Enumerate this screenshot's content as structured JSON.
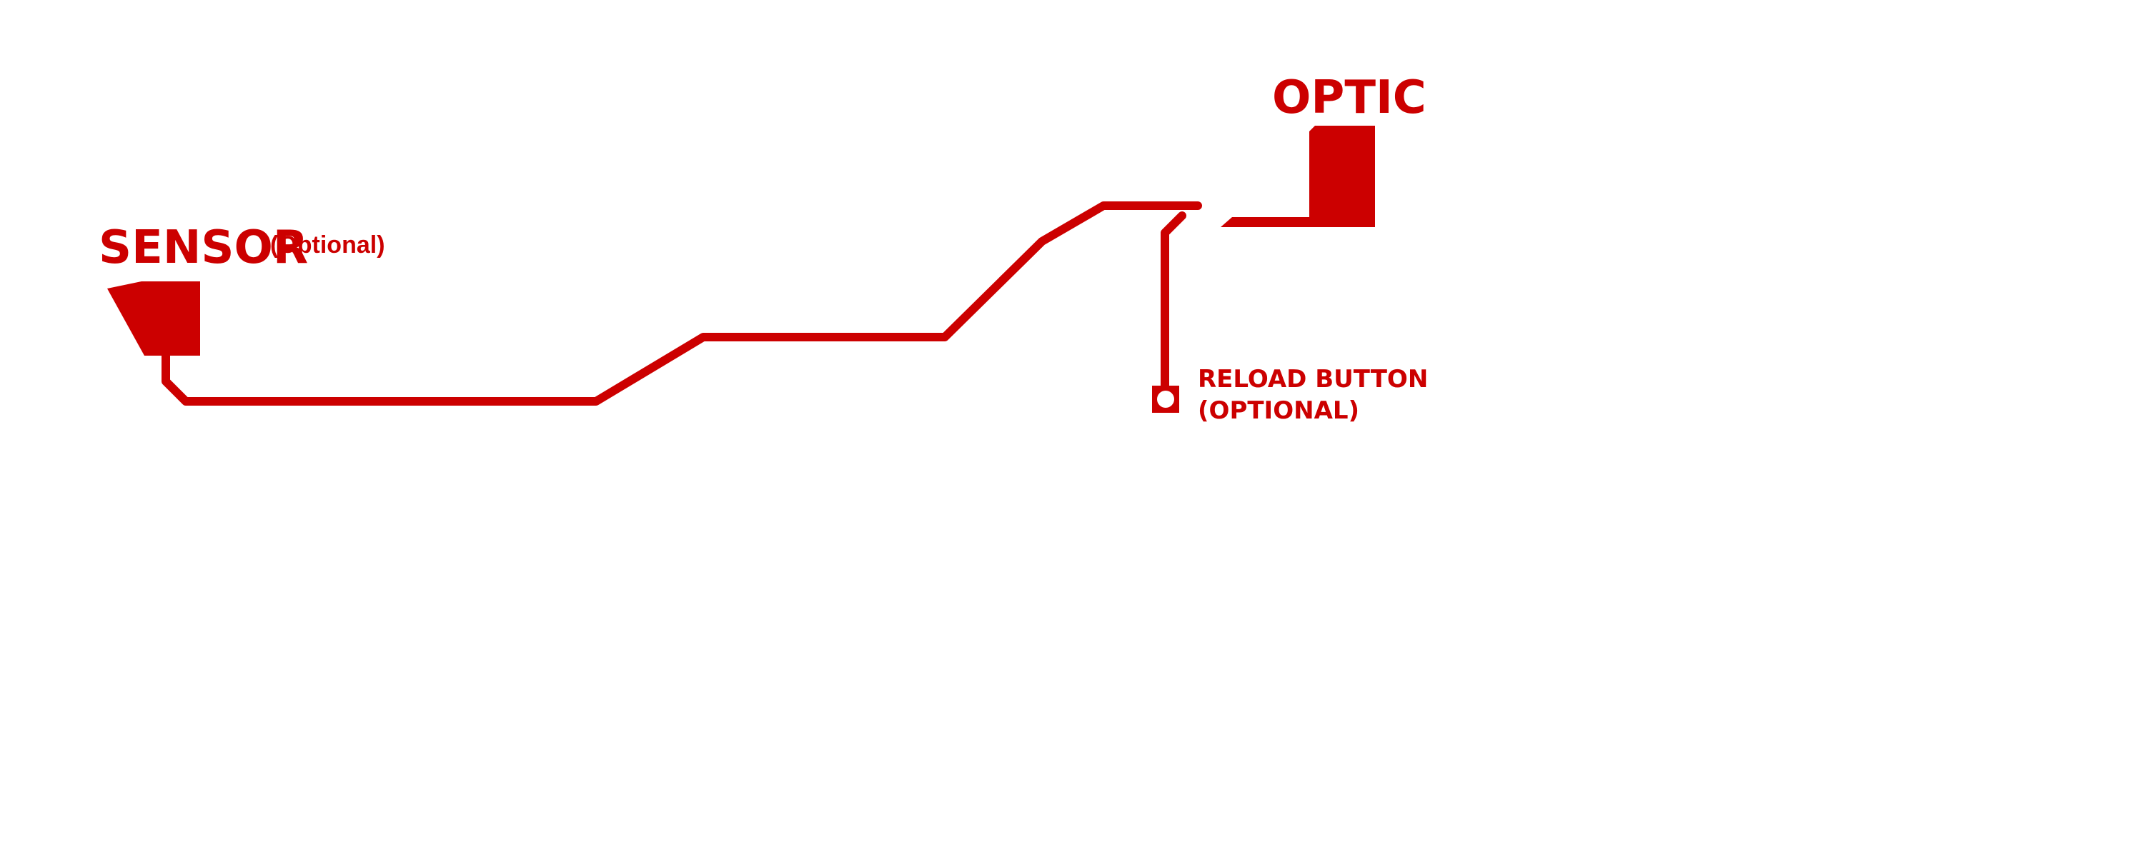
{
  "colors": {
    "accent": "#cc0000",
    "background": "#ffffff"
  },
  "labels": {
    "sensor": "SENSOR",
    "sensor_note": "(Optional)",
    "optic": "OPTIC",
    "reload_line1": "RELOAD BUTTON",
    "reload_line2": "(OPTIONAL)"
  }
}
